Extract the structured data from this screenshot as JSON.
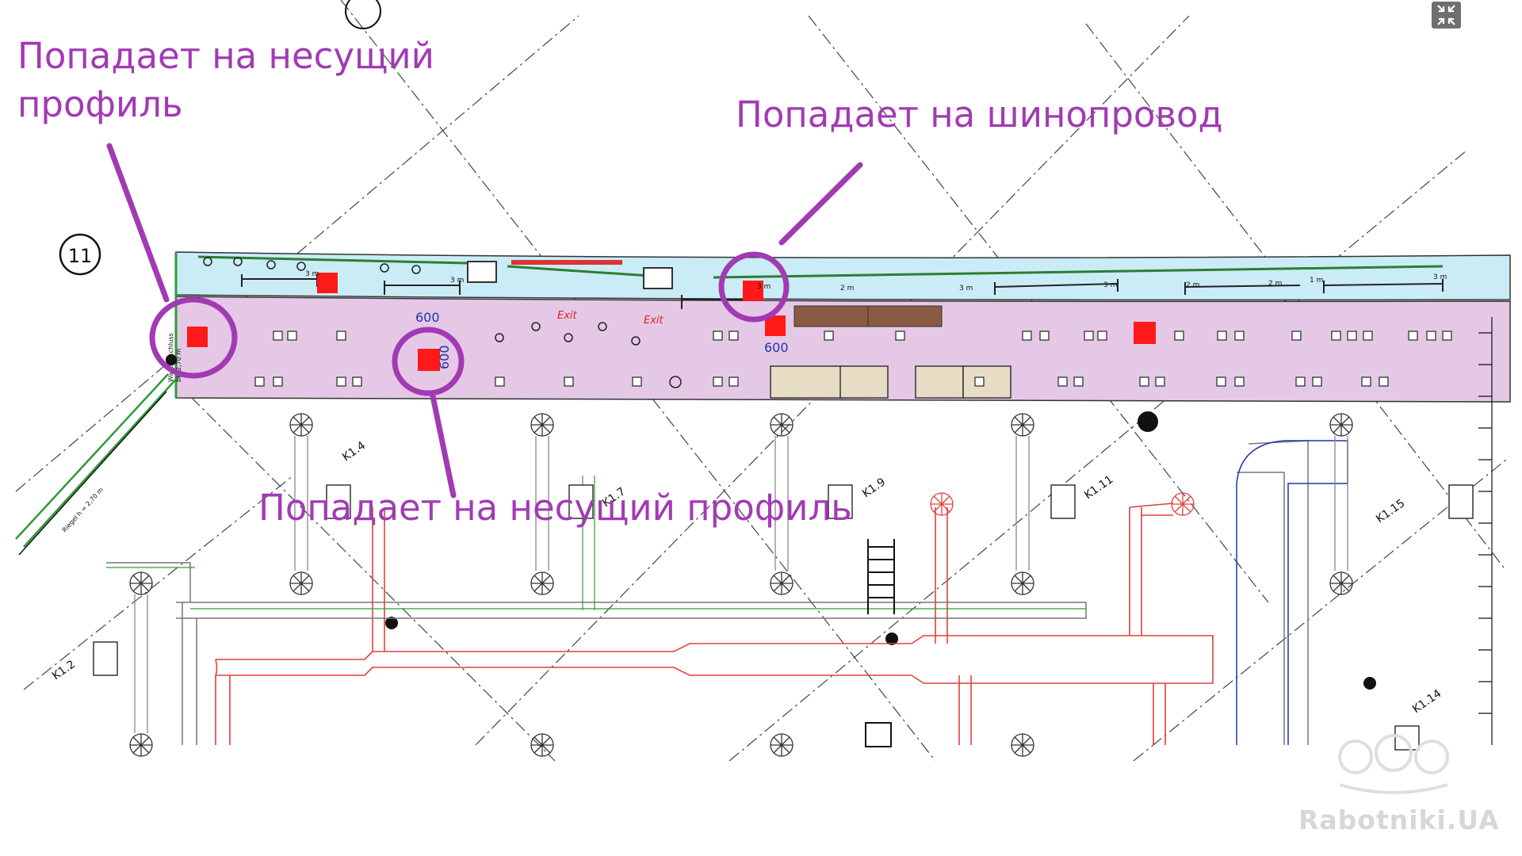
{
  "annotations": {
    "top_left": [
      "Попадает на несущий",
      "профиль"
    ],
    "top_right": "Попадает на шинопровод",
    "bottom": "Попадает на несущий профиль"
  },
  "plan": {
    "axis_marker": "11",
    "dimensions": [
      "600",
      "600",
      "600"
    ],
    "exit_labels": [
      "Exit",
      "Exit"
    ],
    "units": [
      "K1.2",
      "K1.4",
      "K1.7",
      "K1.9",
      "K1.11",
      "K1.14",
      "K1.15"
    ],
    "segment_lengths": [
      "3 m",
      "3 m",
      "3 m",
      "2 m",
      "3 m",
      "3 m",
      "2 m",
      "2 m",
      "1 m",
      "3 m"
    ],
    "side_note": [
      "Wandanschluss",
      "bis 2,70 m",
      "Riegel h = 2,70 m"
    ],
    "colors": {
      "annotation": "#a23ab4",
      "corridor_fill": "#e5c8e6",
      "strip_fill": "#c9ecf7",
      "marker": "#ff1a1a",
      "duct_red": "#e0413a",
      "duct_green": "#2e9b3a"
    }
  },
  "fullscreen_icon": "exit-fullscreen-icon",
  "watermark": "Rabotniki.UA"
}
